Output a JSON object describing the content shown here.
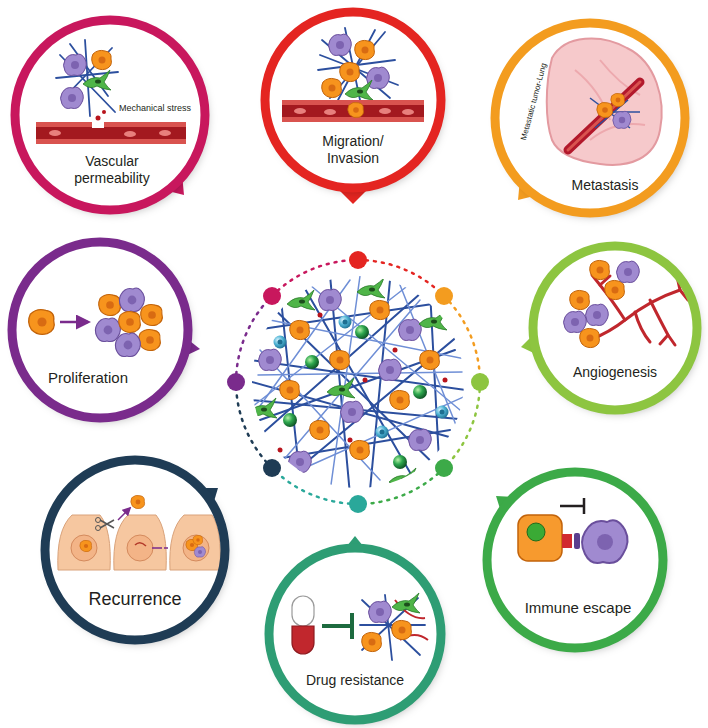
{
  "diagram": {
    "nodes": [
      {
        "text": [
          "Migration/ Invasion"
        ]
      },
      {
        "text": [
          "Mechanical stress",
          "Vascular permeability"
        ]
      },
      {
        "text": [
          "Metastatic tumor-Lung",
          "Metastasis"
        ]
      },
      {
        "text": [
          "Proliferation"
        ]
      },
      {
        "text": [
          "Angiogenesis"
        ]
      },
      {
        "text": [
          "Recurrence"
        ]
      },
      {
        "text": [
          "Immune escape"
        ]
      },
      {
        "text": [
          "Drug resistance"
        ]
      }
    ]
  }
}
